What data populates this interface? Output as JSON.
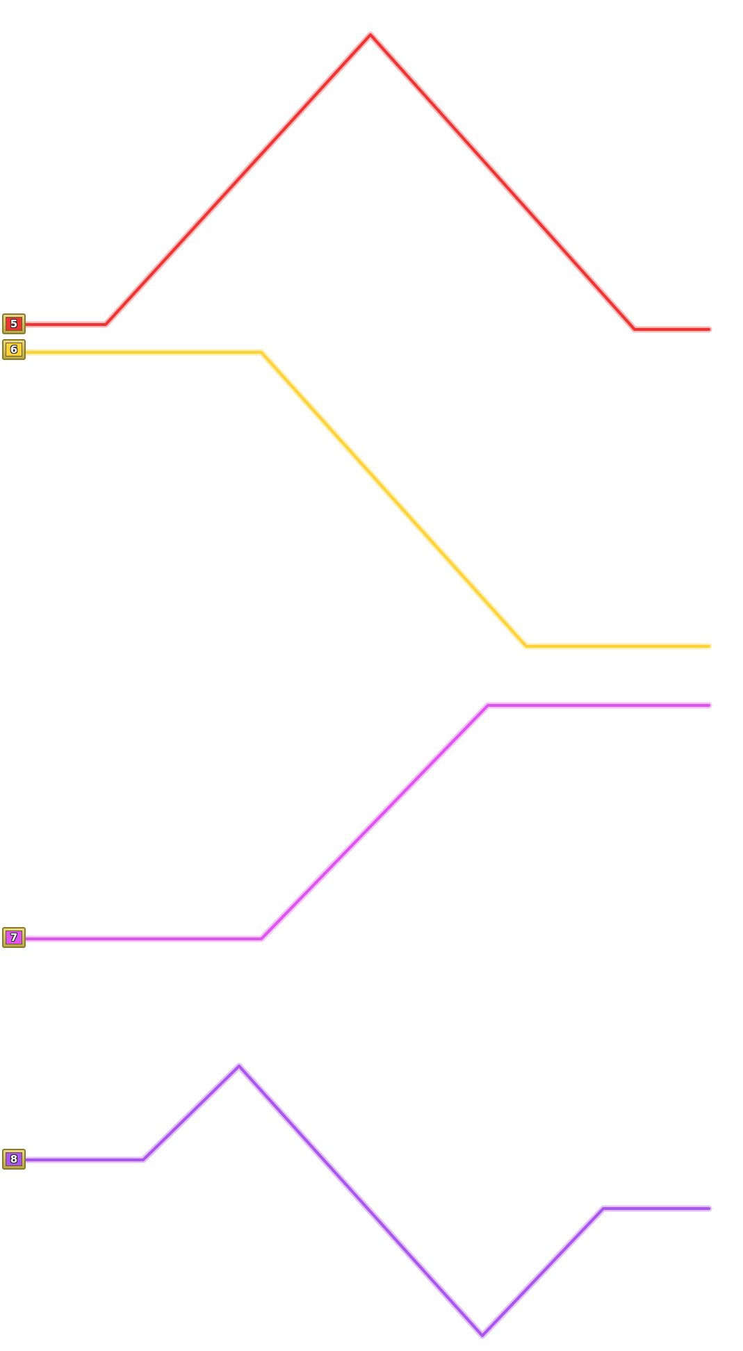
{
  "tracks": [
    {
      "id": "5",
      "label": "5",
      "color": "#ee3333",
      "glow": "#ff9a9a"
    },
    {
      "id": "6",
      "label": "6",
      "color": "#ffd23a",
      "glow": "#ffe98f"
    },
    {
      "id": "7",
      "label": "7",
      "color": "#dd55ee",
      "glow": "#f0a6f7"
    },
    {
      "id": "8",
      "label": "8",
      "color": "#aa55ee",
      "glow": "#d3a6f7"
    }
  ]
}
